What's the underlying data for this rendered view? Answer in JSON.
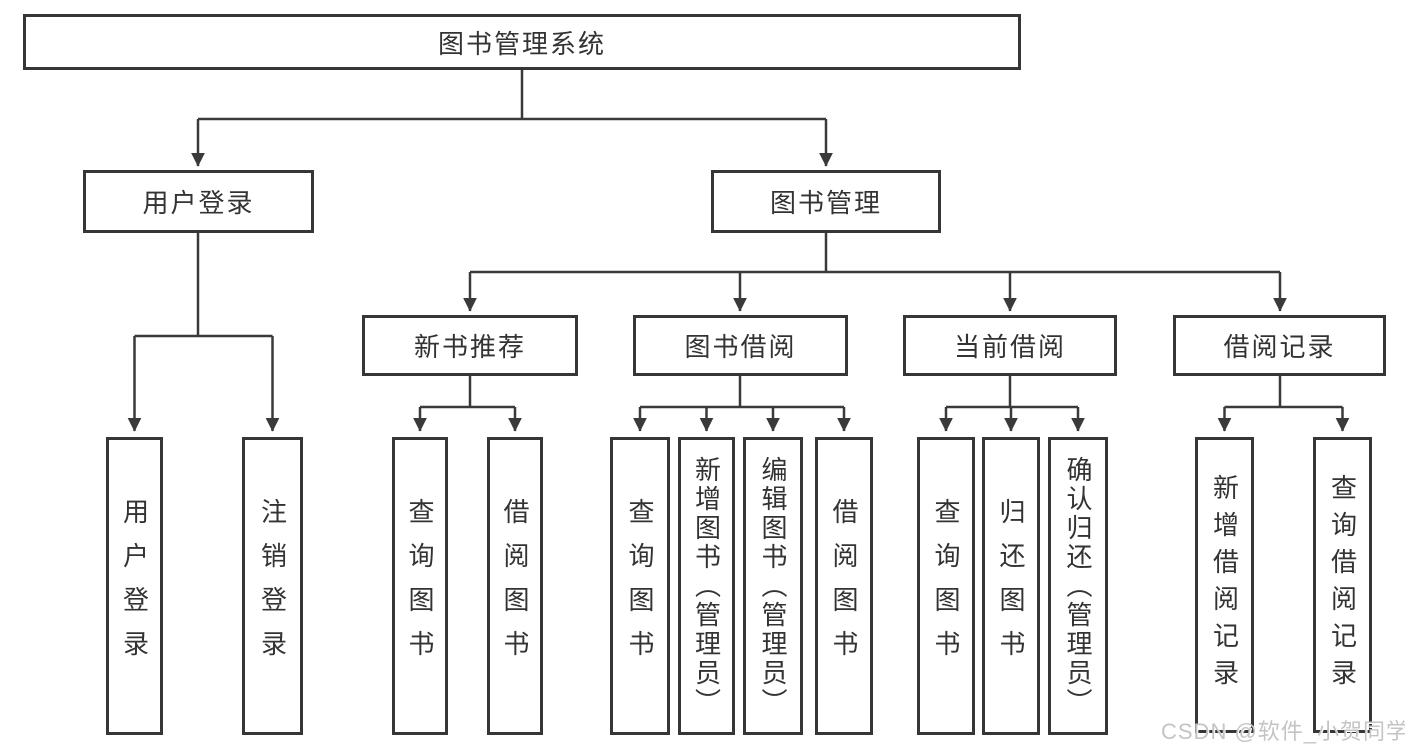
{
  "tree": {
    "root": "图书管理系统",
    "children": [
      {
        "label": "用户登录",
        "children": [
          "用户登录",
          "注销登录"
        ]
      },
      {
        "label": "图书管理",
        "children": [
          {
            "label": "新书推荐",
            "children": [
              "查询图书",
              "借阅图书"
            ]
          },
          {
            "label": "图书借阅",
            "children": [
              "查询图书",
              "新增图书（管理员）",
              "编辑图书（管理员）",
              "借阅图书"
            ]
          },
          {
            "label": "当前借阅",
            "children": [
              "查询图书",
              "归还图书",
              "确认归还（管理员）"
            ]
          },
          {
            "label": "借阅记录",
            "children": [
              "新增借阅记录",
              "查询借阅记录"
            ]
          }
        ]
      }
    ]
  },
  "watermark": {
    "text": "CSDN @软件_小贺同学"
  },
  "colors": {
    "line": "#3a3a3a",
    "border": "#363636",
    "text": "#333333",
    "watermark": "#c4c4c4",
    "background": "#ffffff"
  }
}
